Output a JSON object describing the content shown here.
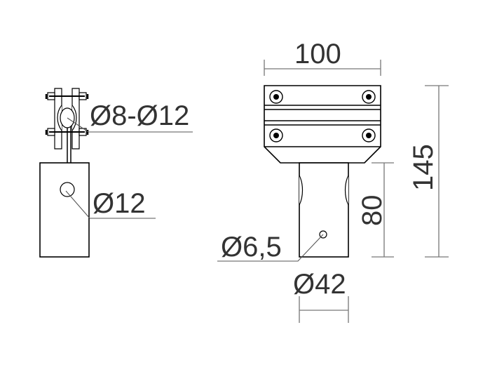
{
  "labels": {
    "clamp_range": "Ø8-Ø12",
    "side_hole": "Ø12",
    "width": "100",
    "height": "145",
    "tube_height": "80",
    "screw_hole": "Ø6,5",
    "tube_diameter": "Ø42"
  }
}
